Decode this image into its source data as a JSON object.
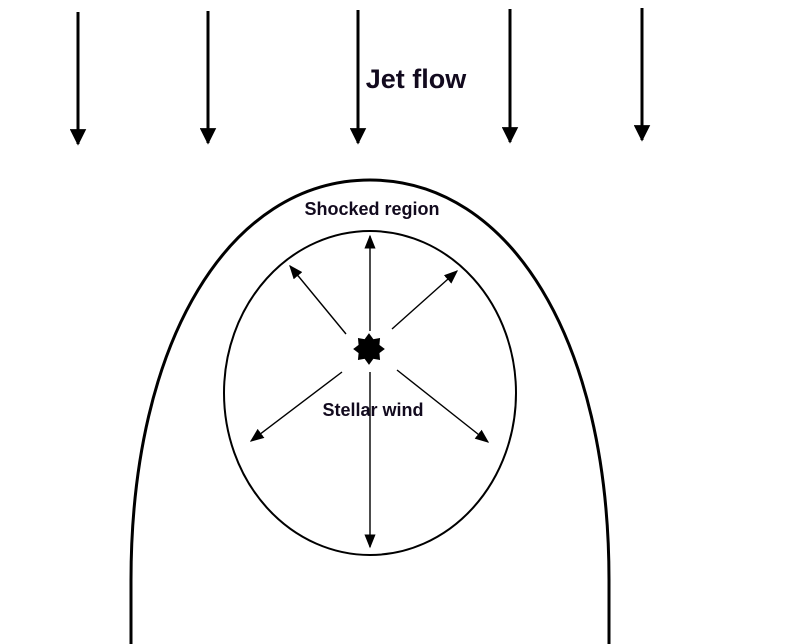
{
  "diagram": {
    "jet_label": "Jet flow",
    "shocked_label": "Shocked region",
    "wind_label": "Stellar wind",
    "colors": {
      "stroke": "#000000",
      "text": "#120a1e",
      "background": "#ffffff"
    },
    "icons": {
      "star": "star-icon"
    }
  }
}
